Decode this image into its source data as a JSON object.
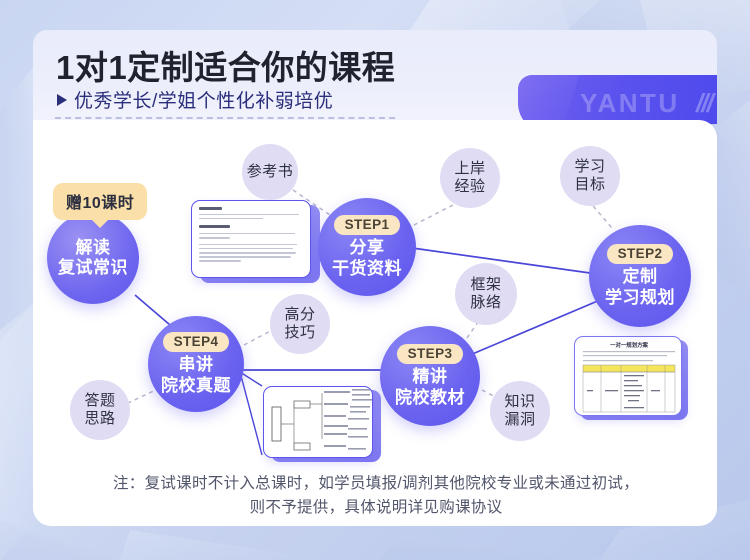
{
  "brand": {
    "name": "YANTU",
    "mark": "///"
  },
  "header": {
    "headline": "1对1定制适合你的课程",
    "subline": "优秀学长/学姐个性化补弱培优",
    "bullet_icon": "triangle-right-icon"
  },
  "gift_badge": {
    "label": "赠10课时"
  },
  "nodes": {
    "main": [
      {
        "id": "step1",
        "chip": "STEP1",
        "line1": "分享",
        "line2": "干货资料"
      },
      {
        "id": "step2",
        "chip": "STEP2",
        "line1": "定制",
        "line2": "学习规划"
      },
      {
        "id": "step3",
        "chip": "STEP3",
        "line1": "精讲",
        "line2": "院校教材"
      },
      {
        "id": "step4",
        "chip": "STEP4",
        "line1": "串讲",
        "line2": "院校真题"
      }
    ],
    "start": {
      "id": "start",
      "line1": "解读",
      "line2": "复试常识"
    },
    "satellites": [
      {
        "id": "reference-book",
        "line1": "参考书",
        "line2": ""
      },
      {
        "id": "landing-experience",
        "line1": "上岸",
        "line2": "经验"
      },
      {
        "id": "study-goal",
        "line1": "学习",
        "line2": "目标"
      },
      {
        "id": "framework",
        "line1": "框架",
        "line2": "脉络"
      },
      {
        "id": "knowledge-gap",
        "line1": "知识",
        "line2": "漏洞"
      },
      {
        "id": "high-score-skill",
        "line1": "高分",
        "line2": "技巧"
      },
      {
        "id": "answer-approach",
        "line1": "答题",
        "line2": "思路"
      }
    ]
  },
  "thumbnails": {
    "document": {
      "name": "document-thumbnail"
    },
    "mindmap": {
      "name": "mindmap-thumbnail"
    },
    "plan_table": {
      "name": "plan-table-thumbnail",
      "title": "一对一规划方案"
    }
  },
  "note": {
    "line1": "注：复试课时不计入总课时，如学员填报/调剂其他院校专业或未通过初试，",
    "line2": "则不予提供，具体说明详见购课协议"
  },
  "colors": {
    "accent_purple": "#5d55ec",
    "node_purple": "#6a62ef",
    "satellite_lavender": "#e0dcf3",
    "chip_cream": "#fae6c2",
    "badge_yellow": "#fbdfa8",
    "headline_dark": "#20232e",
    "subline_indigo": "#2b2e7a",
    "page_bg": "#c9d6f2"
  }
}
